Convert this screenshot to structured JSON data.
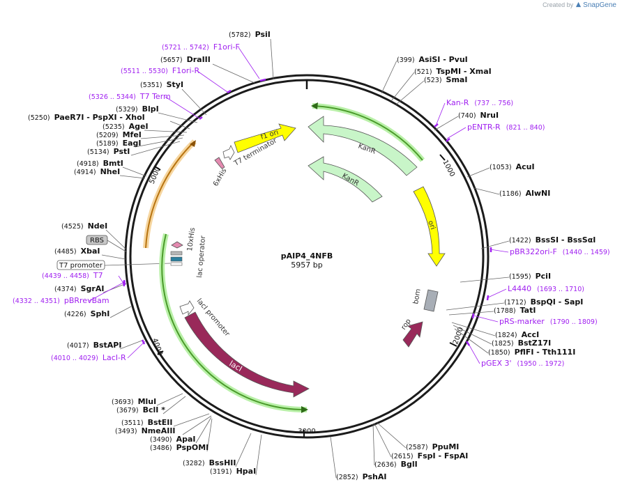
{
  "header": {
    "created_by": "Created by",
    "brand": "SnapGene"
  },
  "plasmid": {
    "name": "pAIP4_4NFB",
    "length_label": "5957 bp"
  },
  "ticks": [
    "1000",
    "2000",
    "3000",
    "4000",
    "5000"
  ],
  "enzymes": [
    {
      "pos": "(5782)",
      "name": "PsiI"
    },
    {
      "pos": "(5657)",
      "name": "DraIII"
    },
    {
      "pos": "(5351)",
      "name": "StyI"
    },
    {
      "pos": "(5329)",
      "name": "BlpI"
    },
    {
      "pos": "(5250)",
      "name": "PaeR7I - PspXI - XhoI"
    },
    {
      "pos": "(5235)",
      "name": "AgeI"
    },
    {
      "pos": "(5209)",
      "name": "MfeI"
    },
    {
      "pos": "(5189)",
      "name": "EagI"
    },
    {
      "pos": "(5134)",
      "name": "PstI"
    },
    {
      "pos": "(4918)",
      "name": "BmtI"
    },
    {
      "pos": "(4914)",
      "name": "NheI"
    },
    {
      "pos": "(4525)",
      "name": "NdeI"
    },
    {
      "pos": "(4485)",
      "name": "XbaI"
    },
    {
      "pos": "(4374)",
      "name": "SgrAI"
    },
    {
      "pos": "(4226)",
      "name": "SphI"
    },
    {
      "pos": "(4017)",
      "name": "BstAPI"
    },
    {
      "pos": "(3693)",
      "name": "MluI"
    },
    {
      "pos": "(3679)",
      "name": "BclI *"
    },
    {
      "pos": "(3511)",
      "name": "BstEII"
    },
    {
      "pos": "(3493)",
      "name": "NmeAIII"
    },
    {
      "pos": "(3490)",
      "name": "ApaI"
    },
    {
      "pos": "(3486)",
      "name": "PspOMI"
    },
    {
      "pos": "(3282)",
      "name": "BssHII"
    },
    {
      "pos": "(3191)",
      "name": "HpaI"
    },
    {
      "pos": "(2852)",
      "name": "PshAI"
    },
    {
      "pos": "(2636)",
      "name": "BglI"
    },
    {
      "pos": "(2615)",
      "name": "FspI - FspAI"
    },
    {
      "pos": "(2587)",
      "name": "PpuMI"
    },
    {
      "pos": "(1850)",
      "name": "PflFI - Tth111I"
    },
    {
      "pos": "(1825)",
      "name": "BstZ17I"
    },
    {
      "pos": "(1824)",
      "name": "AccI"
    },
    {
      "pos": "(1788)",
      "name": "TatI"
    },
    {
      "pos": "(1712)",
      "name": "BspQI - SapI"
    },
    {
      "pos": "(1595)",
      "name": "PciI"
    },
    {
      "pos": "(1422)",
      "name": "BssSI - BssSαI"
    },
    {
      "pos": "(1186)",
      "name": "AlwNI"
    },
    {
      "pos": "(1053)",
      "name": "AcuI"
    },
    {
      "pos": "(740)",
      "name": "NruI"
    },
    {
      "pos": "(523)",
      "name": "SmaI"
    },
    {
      "pos": "(521)",
      "name": "TspMI - XmaI"
    },
    {
      "pos": "(399)",
      "name": "AsiSI - PvuI"
    }
  ],
  "primers": [
    {
      "name": "F1ori-F",
      "range": "(5721 .. 5742)"
    },
    {
      "name": "F1ori-R",
      "range": "(5511 .. 5530)"
    },
    {
      "name": "T7 Term",
      "range": "(5326 .. 5344)"
    },
    {
      "name": "T7",
      "range": "(4439 .. 4458)"
    },
    {
      "name": "pBRrevBam",
      "range": "(4332 .. 4351)"
    },
    {
      "name": "LacI-R",
      "range": "(4010 .. 4029)"
    },
    {
      "name": "Kan-R",
      "range": "(737 .. 756)"
    },
    {
      "name": "pENTR-R",
      "range": "(821 .. 840)"
    },
    {
      "name": "pBR322ori-F",
      "range": "(1440 .. 1459)"
    },
    {
      "name": "L4440",
      "range": "(1693 .. 1710)"
    },
    {
      "name": "pRS-marker",
      "range": "(1790 .. 1809)"
    },
    {
      "name": "pGEX 3'",
      "range": "(1950 .. 1972)"
    }
  ],
  "boxed_labels": {
    "rbs": "RBS",
    "t7_promoter": "T7 promoter"
  },
  "features": {
    "f1_ori": "f1 ori",
    "t7_terminator": "T7 terminator",
    "six_his": "6xHis",
    "kanr_outer": "KanR",
    "kanr_inner": "KanR",
    "ori": "ori",
    "bom": "bom",
    "rop": "rop",
    "laci": "lacI",
    "laci_promoter": "lacI promoter",
    "ten_his": "10xHis",
    "lac_operator": "lac operator"
  },
  "colors": {
    "primer": "#a020f0",
    "kanr": "#c8f5c8",
    "ori": "#ffff00",
    "laci": "#99295a",
    "f1_ori": "#ffff00",
    "orf_green": "#4a9b2a",
    "orf_orange": "#d08a1a"
  }
}
